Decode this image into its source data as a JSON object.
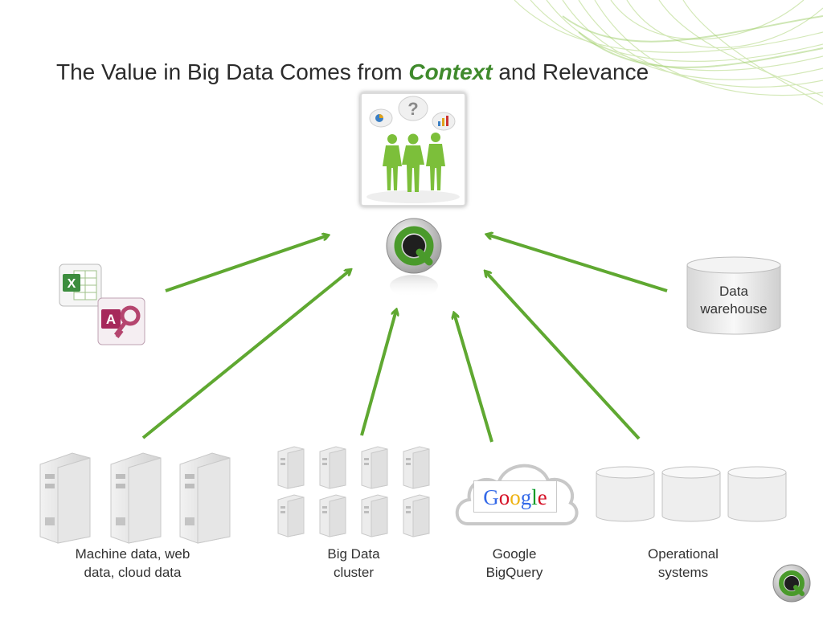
{
  "slide": {
    "title_prefix": "The Value in Big Data Comes from ",
    "title_emphasis": "Context",
    "title_suffix": " and Relevance"
  },
  "sources": {
    "data_warehouse": {
      "line1": "Data",
      "line2": "warehouse"
    },
    "machine_data": {
      "line1": "Machine data, web",
      "line2": "data, cloud data"
    },
    "big_data_cluster": {
      "line1": "Big Data",
      "line2": "cluster"
    },
    "google_bigquery": {
      "line1": "Google",
      "line2": "BigQuery",
      "logo_text": "Google"
    },
    "operational_systems": {
      "line1": "Operational",
      "line2": "systems"
    }
  },
  "colors": {
    "arrow": "#5fa831",
    "people": "#7cbf3a",
    "title_emphasis": "#3f8a2c",
    "qlik_ring": "#4a9a2b"
  },
  "icons": [
    "people-question-icon",
    "qlik-logo-icon",
    "excel-icon",
    "access-icon",
    "database-icon",
    "server-icon",
    "cloud-icon"
  ]
}
